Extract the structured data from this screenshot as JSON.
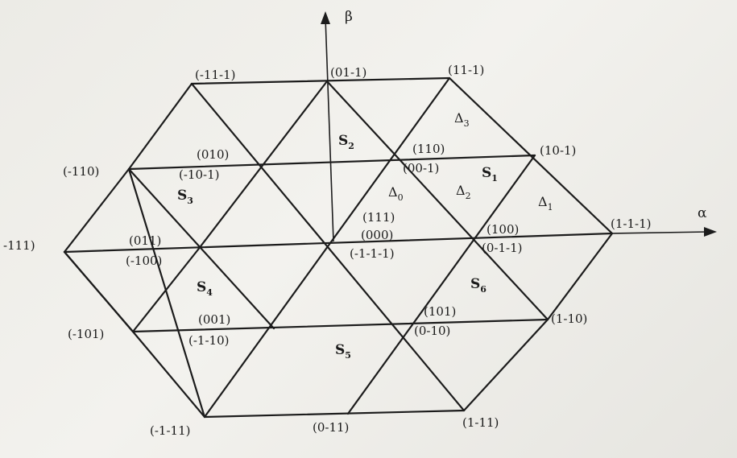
{
  "axes": {
    "alpha": "α",
    "beta": "β"
  },
  "vectors": {
    "v000": "(000)",
    "v111": "(111)",
    "vm1m1m1": "(-1-1-1)",
    "v01m1": "(01-1)",
    "v11m1": "(11-1)",
    "vm11m1": "(-11-1)",
    "vm110": "(-110)",
    "v010": "(010)",
    "vm10m1": "(-10-1)",
    "v110": "(110)",
    "v00m1": "(00-1)",
    "v10m1": "(10-1)",
    "vm111": "-111)",
    "v011": "(011)",
    "vm100": "(-100)",
    "v100": "(100)",
    "v0m1m1": "(0-1-1)",
    "v1m1m1": "(1-1-1)",
    "vm101": "(-101)",
    "v001": "(001)",
    "vm1m10": "(-1-10)",
    "v101": "(101)",
    "v0m10": "(0-10)",
    "v1m10": "(1-10)",
    "vm1m11": "(-1-11)",
    "v0m11": "(0-11)",
    "v1m11": "(1-11)"
  },
  "sectors": {
    "s1": {
      "main": "S",
      "sub": "1"
    },
    "s2": {
      "main": "S",
      "sub": "2"
    },
    "s3": {
      "main": "S",
      "sub": "3"
    },
    "s4": {
      "main": "S",
      "sub": "4"
    },
    "s5": {
      "main": "S",
      "sub": "5"
    },
    "s6": {
      "main": "S",
      "sub": "6"
    }
  },
  "triangles": {
    "t0": {
      "main": "Δ",
      "sub": "0"
    },
    "t1": {
      "main": "Δ",
      "sub": "1"
    },
    "t2": {
      "main": "Δ",
      "sub": "2"
    },
    "t3": {
      "main": "Δ",
      "sub": "3"
    }
  }
}
